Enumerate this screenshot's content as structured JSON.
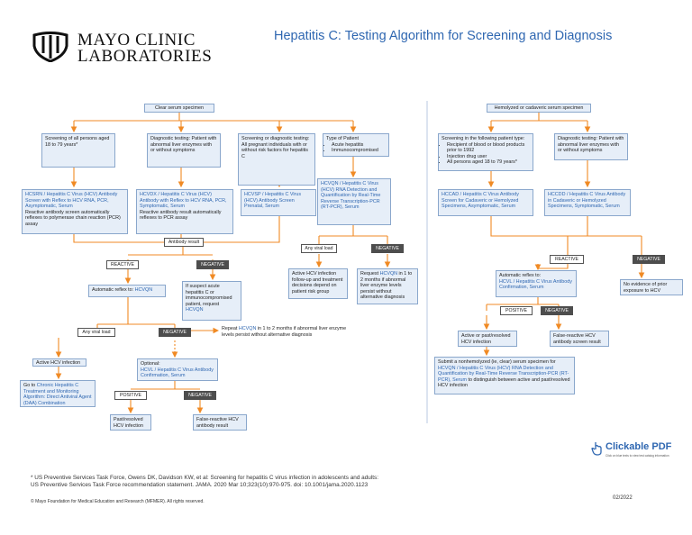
{
  "header": {
    "logo_line1": "MAYO CLINIC",
    "logo_line2": "LABORATORIES",
    "title": "Hepatitis C: Testing Algorithm for Screening and Diagnosis"
  },
  "left": {
    "start": "Clear serum specimen",
    "col1_entry": "Screening of all persons aged 18 to 79 years*",
    "col2_entry": "Diagnostic testing: Patient with abnormal liver enzymes with or without symptoms",
    "col3_entry": "Screening or diagnostic testing: All pregnant individuals with or without risk factors for hepatitis C",
    "col4_entry_title": "Type of Patient",
    "col4_entry_items": [
      "Acute hepatitis",
      "Immunocompromised"
    ],
    "test1_blue": "HCSRN / Hepatitis C Virus (HCV) Antibody Screen with Reflex to HCV RNA, PCR, Asymptomatic, Serum",
    "test1_note": "Reactive antibody screen automatically reflexes to polymerase chain reaction (PCR) assay",
    "test2_blue": "HCVDX / Hepatitis C Virus (HCV) Antibody with Reflex to HCV RNA, PCR, Symptomatic, Serum",
    "test2_note": "Reactive antibody result automatically reflexes to PCR assay",
    "test3_blue": "HCVSP / Hepatitis C Virus (HCV) Antibody Screen Prenatal, Serum",
    "test4_blue": "HCVQN / Hepatitis C Virus (HCV) RNA Detection and Quantification by Real-Time Reverse Transcription-PCR (RT-PCR), Serum",
    "antibody_result": "Antibody result",
    "reactive": "REACTIVE",
    "negative": "NEGATIVE",
    "any_viral_load": "Any viral load",
    "auto_reflex_prefix": "Automatic reflex to: ",
    "auto_reflex_code": "HCVQN",
    "if_suspect_prefix": "If suspect acute hepatitis C or immunocompromised patient, request ",
    "if_suspect_code": "HCVQN",
    "active_hcv_followup": "Active HCV infection follow-up and treatment decisions depend on patient risk group",
    "request_prefix": "Request ",
    "request_code": "HCVQN",
    "request_suffix": " in 1 to 2 months if abnormal liver enzyme levels persist without alternative diagnosis",
    "any_viral_load2": "Any viral load",
    "negative2": "NEGATIVE",
    "repeat_prefix": "Repeat ",
    "repeat_code": "HCVQN",
    "repeat_suffix": " in 1 to 2 months if abnormal liver enzyme levels persist without alternative diagnosis",
    "active_hcv_infection": "Active HCV infection",
    "go_to_prefix": "Go to ",
    "go_to_link": "Chronic Hepatitis C Treatment and Monitoring Algorithm: Direct Antiviral Agent (DAA) Combination",
    "optional_label": "Optional:",
    "optional_test": "HCVL / Hepatitis C Virus Antibody Confirmation, Serum",
    "positive": "POSITIVE",
    "negative3": "NEGATIVE",
    "past_resolved": "Past/resolved HCV infection",
    "false_reactive": "False-reactive HCV antibody result"
  },
  "right": {
    "start": "Hemolyzed or cadaveric serum specimen",
    "col1_title": "Screening in the following patient type:",
    "col1_items": [
      "Recipient of blood or blood products prior to 1992",
      "Injection drug user",
      "All persons aged 18 to 79 years*"
    ],
    "col2_entry": "Diagnostic testing: Patient with abnormal liver enzymes with or without symptoms",
    "test1_blue": "HCCAD / Hepatitis C Virus Antibody Screen for Cadaveric or Hemolyzed Specimens, Asymptomatic, Serum",
    "test2_blue": "HCCDD / Hepatitis C Virus Antibody in Cadaveric or Hemolyzed Specimens, Symptomatic, Serum",
    "reactive": "REACTIVE",
    "negative": "NEGATIVE",
    "no_evidence": "No evidence of prior exposure to HCV",
    "auto_reflex_label": "Automatic reflex to:",
    "auto_reflex_test": "HCVL / Hepatitis C Virus Antibody Confirmation, Serum",
    "positive": "POSITIVE",
    "negative2": "NEGATIVE",
    "active_or_past": "Active or past/resolved HCV infection",
    "false_reactive": "False-reactive HCV antibody screen result",
    "submit_prefix": "Submit a nonhemolyzed (ie, clear) serum specimen for ",
    "submit_code": "HCVQN / Hepatitis C Virus (HCV) RNA Detection and Quantification by Real-Time Reverse Transcription-PCR (RT-PCR), Serum",
    "submit_suffix": " to distinguish between active and past/resolved HCV infection"
  },
  "clickable_pdf": {
    "label": "Clickable PDF",
    "sub": "Click on blue texts to view test catalog information"
  },
  "footer": {
    "footnote_line1": "* US Preventive Services Task Force, Owens DK, Davidson KW, et al: Screening for hepatitis C virus infection in adolescents and adults:",
    "footnote_line2": "US Preventive Services Task Force recommendation statement. JAMA. 2020 Mar 10;323(10):970-975. doi: 10.1001/jama.2020.1123",
    "copyright": "© Mayo Foundation for Medical Education and Research (MFMER). All rights reserved.",
    "date": "02/2022"
  },
  "colors": {
    "arrow": "#f08a24",
    "box_fill": "#e6eef8",
    "box_border": "#8aa7cc",
    "title": "#2f67b1",
    "dark_pill": "#4d4d4d",
    "divider": "#b9c9e0"
  }
}
